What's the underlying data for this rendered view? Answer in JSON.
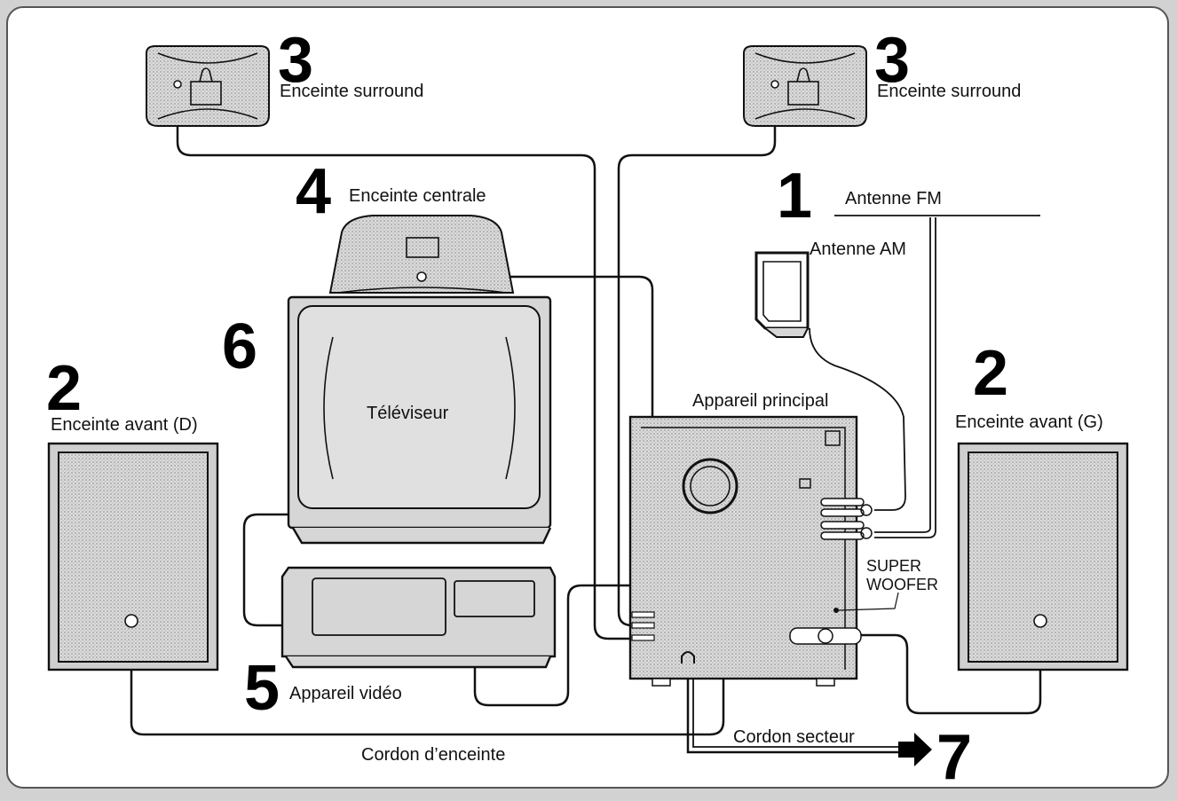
{
  "diagram": {
    "labels": {
      "surround_left_number": "3",
      "surround_left": "Enceinte surround",
      "surround_right_number": "3",
      "surround_right": "Enceinte surround",
      "center_number": "4",
      "center": "Enceinte centrale",
      "antenna_number": "1",
      "fm_antenna": "Antenne FM",
      "am_antenna": "Antenne AM",
      "tv_number": "6",
      "tv": "Téléviseur",
      "front_right_number": "2",
      "front_right": "Enceinte avant (D)",
      "front_left_number": "2",
      "front_left": "Enceinte avant (G)",
      "main_unit": "Appareil principal",
      "super_woofer_line1": "SUPER",
      "super_woofer_line2": "WOOFER",
      "vcr_number": "5",
      "vcr": "Appareil vidéo",
      "power_cord": "Cordon secteur",
      "power_number": "7",
      "speaker_cord": "Cordon d’enceinte"
    }
  }
}
